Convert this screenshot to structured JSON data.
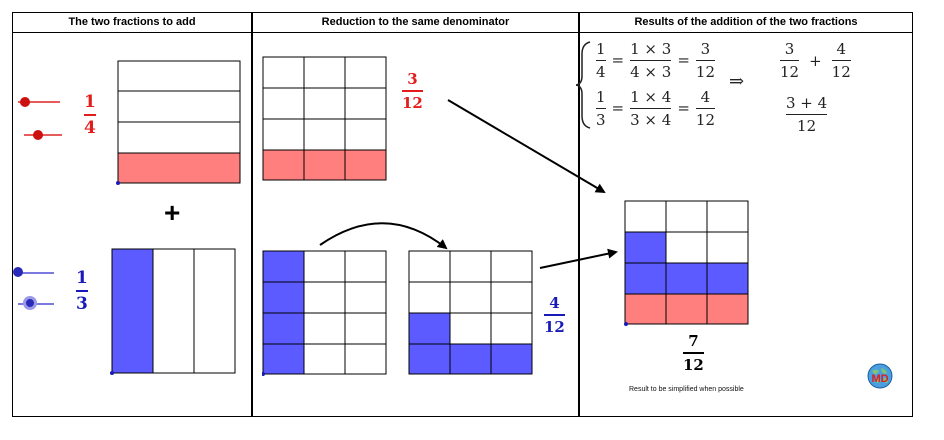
{
  "headers": {
    "col1": "The two fractions to add",
    "col2": "Reduction to the same denominator",
    "col3": "Results of the addition of the two fractions"
  },
  "fraction1": {
    "num": "1",
    "den": "4",
    "parts": 4,
    "shaded": 1,
    "color": "#ff7f7f"
  },
  "fraction2": {
    "num": "1",
    "den": "3",
    "parts": 3,
    "shaded": 1,
    "color": "#5b5bff"
  },
  "plus_sign": "+",
  "reduced1": {
    "num": "3",
    "den": "12"
  },
  "reduced2": {
    "num": "4",
    "den": "12"
  },
  "equations": {
    "eq1": {
      "lhs_num": "1",
      "lhs_den": "4",
      "mid_num": "1 × 3",
      "mid_den": "4 × 3",
      "rhs_num": "3",
      "rhs_den": "12"
    },
    "eq2": {
      "lhs_num": "1",
      "lhs_den": "3",
      "mid_num": "1 × 4",
      "mid_den": "3 × 4",
      "rhs_num": "4",
      "rhs_den": "12"
    },
    "implies": "⇒",
    "sum_a_num": "3",
    "sum_a_den": "12",
    "plus": "+",
    "sum_b_num": "4",
    "sum_b_den": "12",
    "combined_num": "3 + 4",
    "combined_den": "12"
  },
  "result": {
    "num": "7",
    "den": "12"
  },
  "note": "Result to be simplified when possible",
  "logo_text": "MD",
  "colors": {
    "red": "#e31c1c",
    "blue": "#1a1ab8",
    "fill_red": "#ff7f7f",
    "fill_blue": "#5b5bff"
  }
}
